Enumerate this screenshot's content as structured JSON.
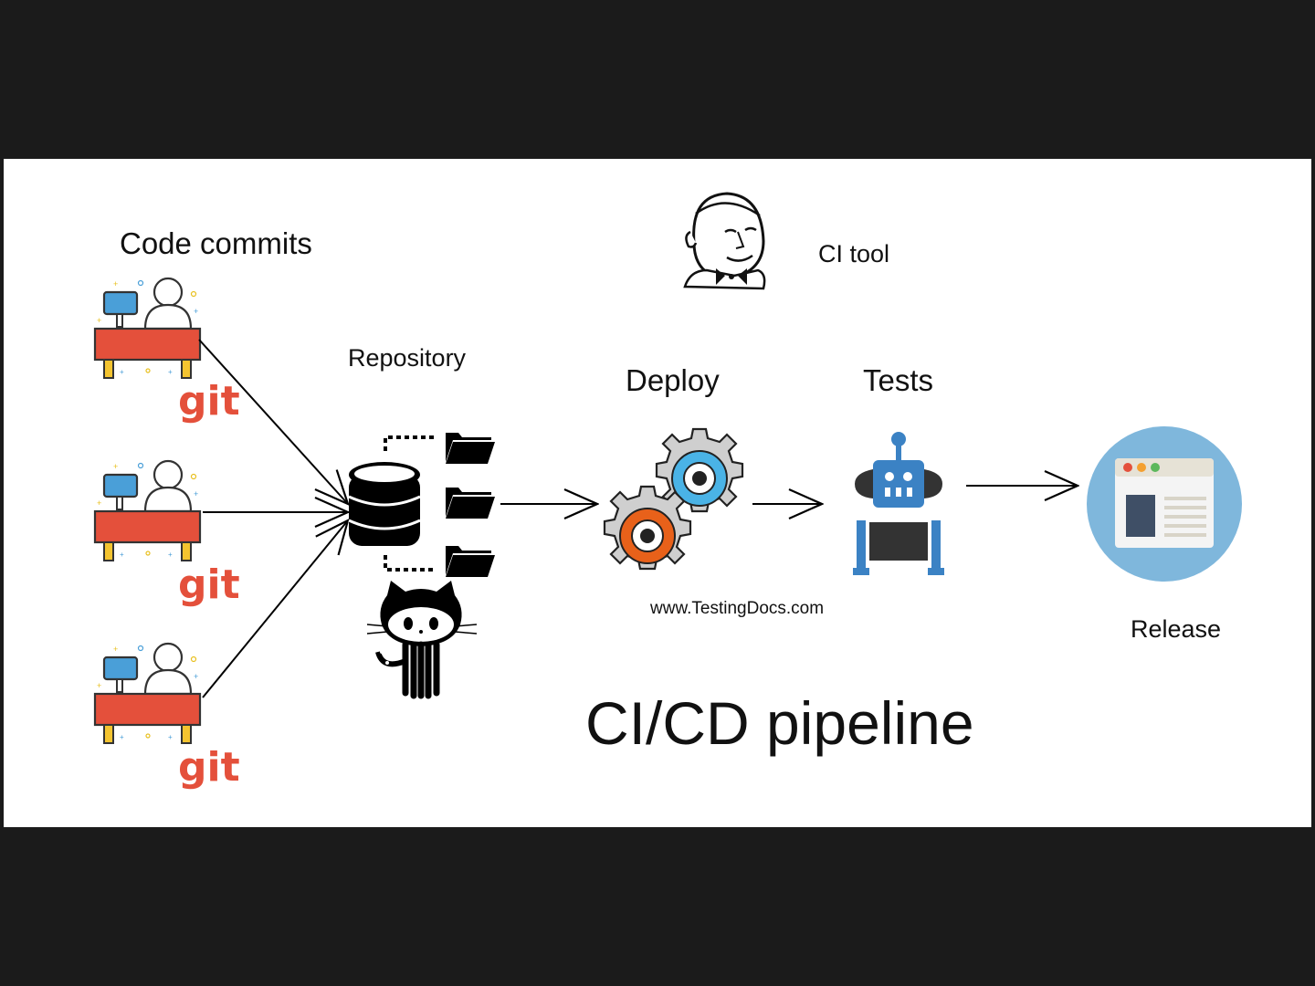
{
  "labels": {
    "code_commits": "Code commits",
    "repository": "Repository",
    "deploy": "Deploy",
    "tests": "Tests",
    "ci_tool": "CI tool",
    "website": "www.TestingDocs.com",
    "release": "Release",
    "title": "CI/CD pipeline"
  },
  "git_label": "git",
  "icons": {
    "developer": "developer-desk-icon",
    "git": "git-logo",
    "database": "database-icon",
    "folder": "folder-icon",
    "github": "github-octocat-icon",
    "jenkins": "jenkins-butler-icon",
    "gears": "gears-icon",
    "robot": "robot-icon",
    "release": "browser-window-icon"
  },
  "colors": {
    "git_orange": "#e4503b",
    "desk_red": "#e4503b",
    "monitor_blue": "#4a9fd8",
    "gear_orange": "#e8611a",
    "gear_cyan": "#4ab3e6",
    "robot_blue": "#3b82c4",
    "release_circle": "#7fb7dc"
  }
}
